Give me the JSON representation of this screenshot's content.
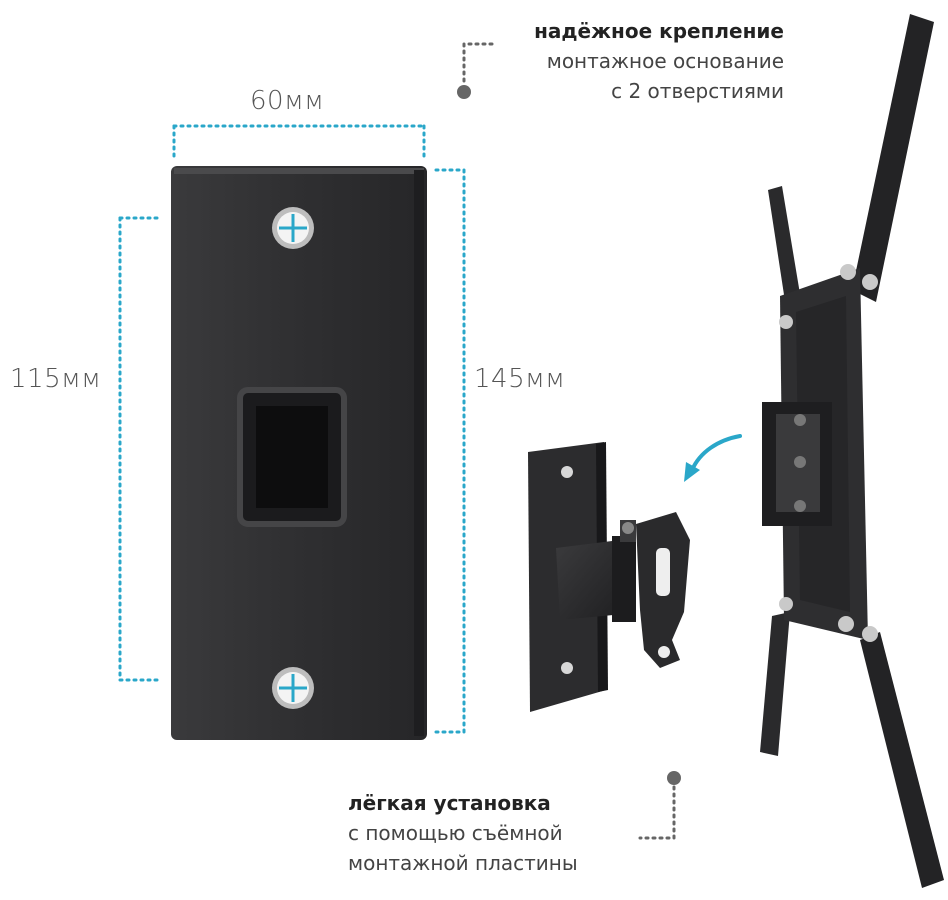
{
  "dimensions": {
    "width_label": "60мм",
    "height_inner_label": "115мм",
    "height_outer_label": "145мм"
  },
  "captions": {
    "top": {
      "title": "надёжное крепление",
      "line1": "монтажное основание",
      "line2": "с 2 отверстиями"
    },
    "bottom": {
      "title": "лёгкая установка",
      "line1": "с помощью съёмной",
      "line2": "монтажной пластины"
    }
  },
  "colors": {
    "accent": "#2aa7c9",
    "metal": "#2b2b2d",
    "dots": "#555555"
  }
}
